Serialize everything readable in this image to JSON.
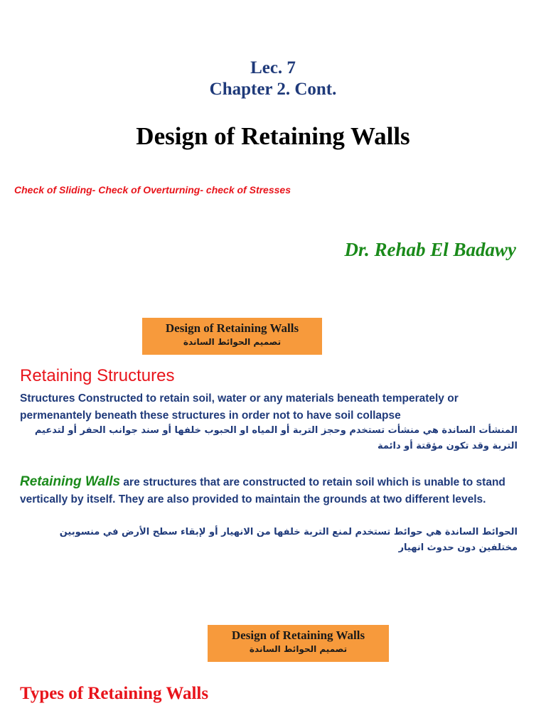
{
  "header": {
    "lecture": "Lec. 7",
    "chapter": "Chapter 2. Cont.",
    "title": "Design of Retaining Walls",
    "subtitle": "Check of Sliding- Check of Overturning- check of Stresses",
    "author": "Dr. Rehab El Badawy"
  },
  "section1": {
    "box_en": "Design of Retaining Walls",
    "box_ar": "تصميم الحوائط الساندة",
    "heading": "Retaining Structures",
    "paragraph": "Structures Constructed to retain soil, water or any materials beneath temperately or permenantely  beneath these structures in order not to have soil collapse",
    "arabic": "المنشأت الساندة هي منشأت تستخدم وحجز التربة أو المياه او الحبوب خلفها أو سند جوانب الحفر أو لتدعيم التربة وقد تكون مؤقتة أو دائمة"
  },
  "section2": {
    "term": "Retaining Walls",
    "paragraph": " are structures that are constructed to retain soil which is unable to stand vertically by itself. They are also provided to maintain the grounds at two different levels.",
    "arabic": "الحوائط الساندة هي حوائط تستخدم لمنع التربة خلفها من الانهيار أو لإبقاء سطح  الأرض في منسوبين مختلفين دون حدوث انهيار"
  },
  "section3": {
    "box_en": "Design of Retaining Walls",
    "box_ar": "تصميم الحوائط الساندة",
    "heading": "Types of Retaining Walls"
  },
  "colors": {
    "navy": "#1f3a7a",
    "red": "#e8141b",
    "green": "#1a8a1a",
    "box_orange": "#f79a3c"
  }
}
